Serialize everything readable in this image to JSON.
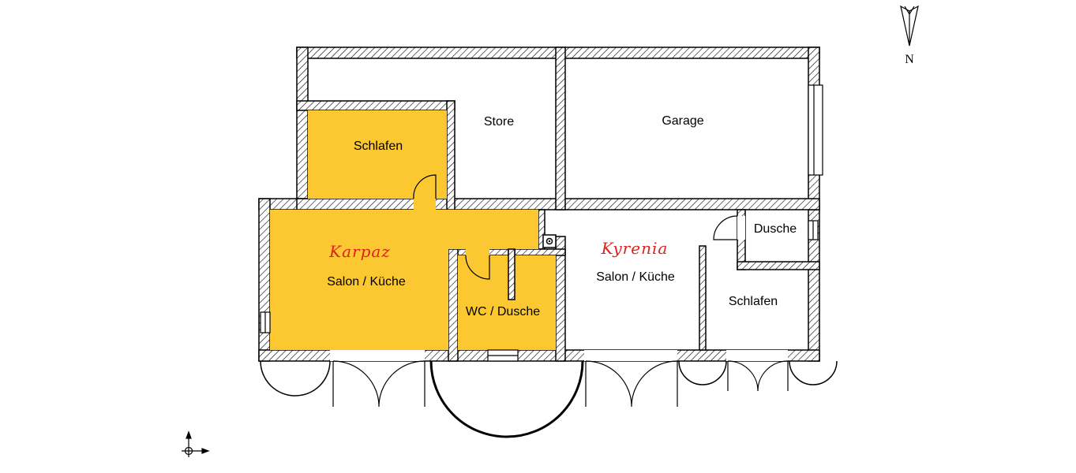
{
  "colors": {
    "occupied_fill": "#fcc832",
    "wall_stroke": "#000000",
    "hatch": "#000000",
    "script_text": "#e0201a"
  },
  "labels": {
    "store": "Store",
    "garage": "Garage",
    "schlafen_top": "Schlafen",
    "karpaz": "Karpaz",
    "salon_left": "Salon / Küche",
    "wc": "WC / Dusche",
    "kyrenia": "Kyrenia",
    "salon_right": "Salon / Küche",
    "dusche": "Dusche",
    "schlafen_right": "Schlafen"
  },
  "north": {
    "label": "N",
    "icon": "north-arrow-icon"
  },
  "origin_marker": {
    "icon": "origin-axes-icon"
  }
}
